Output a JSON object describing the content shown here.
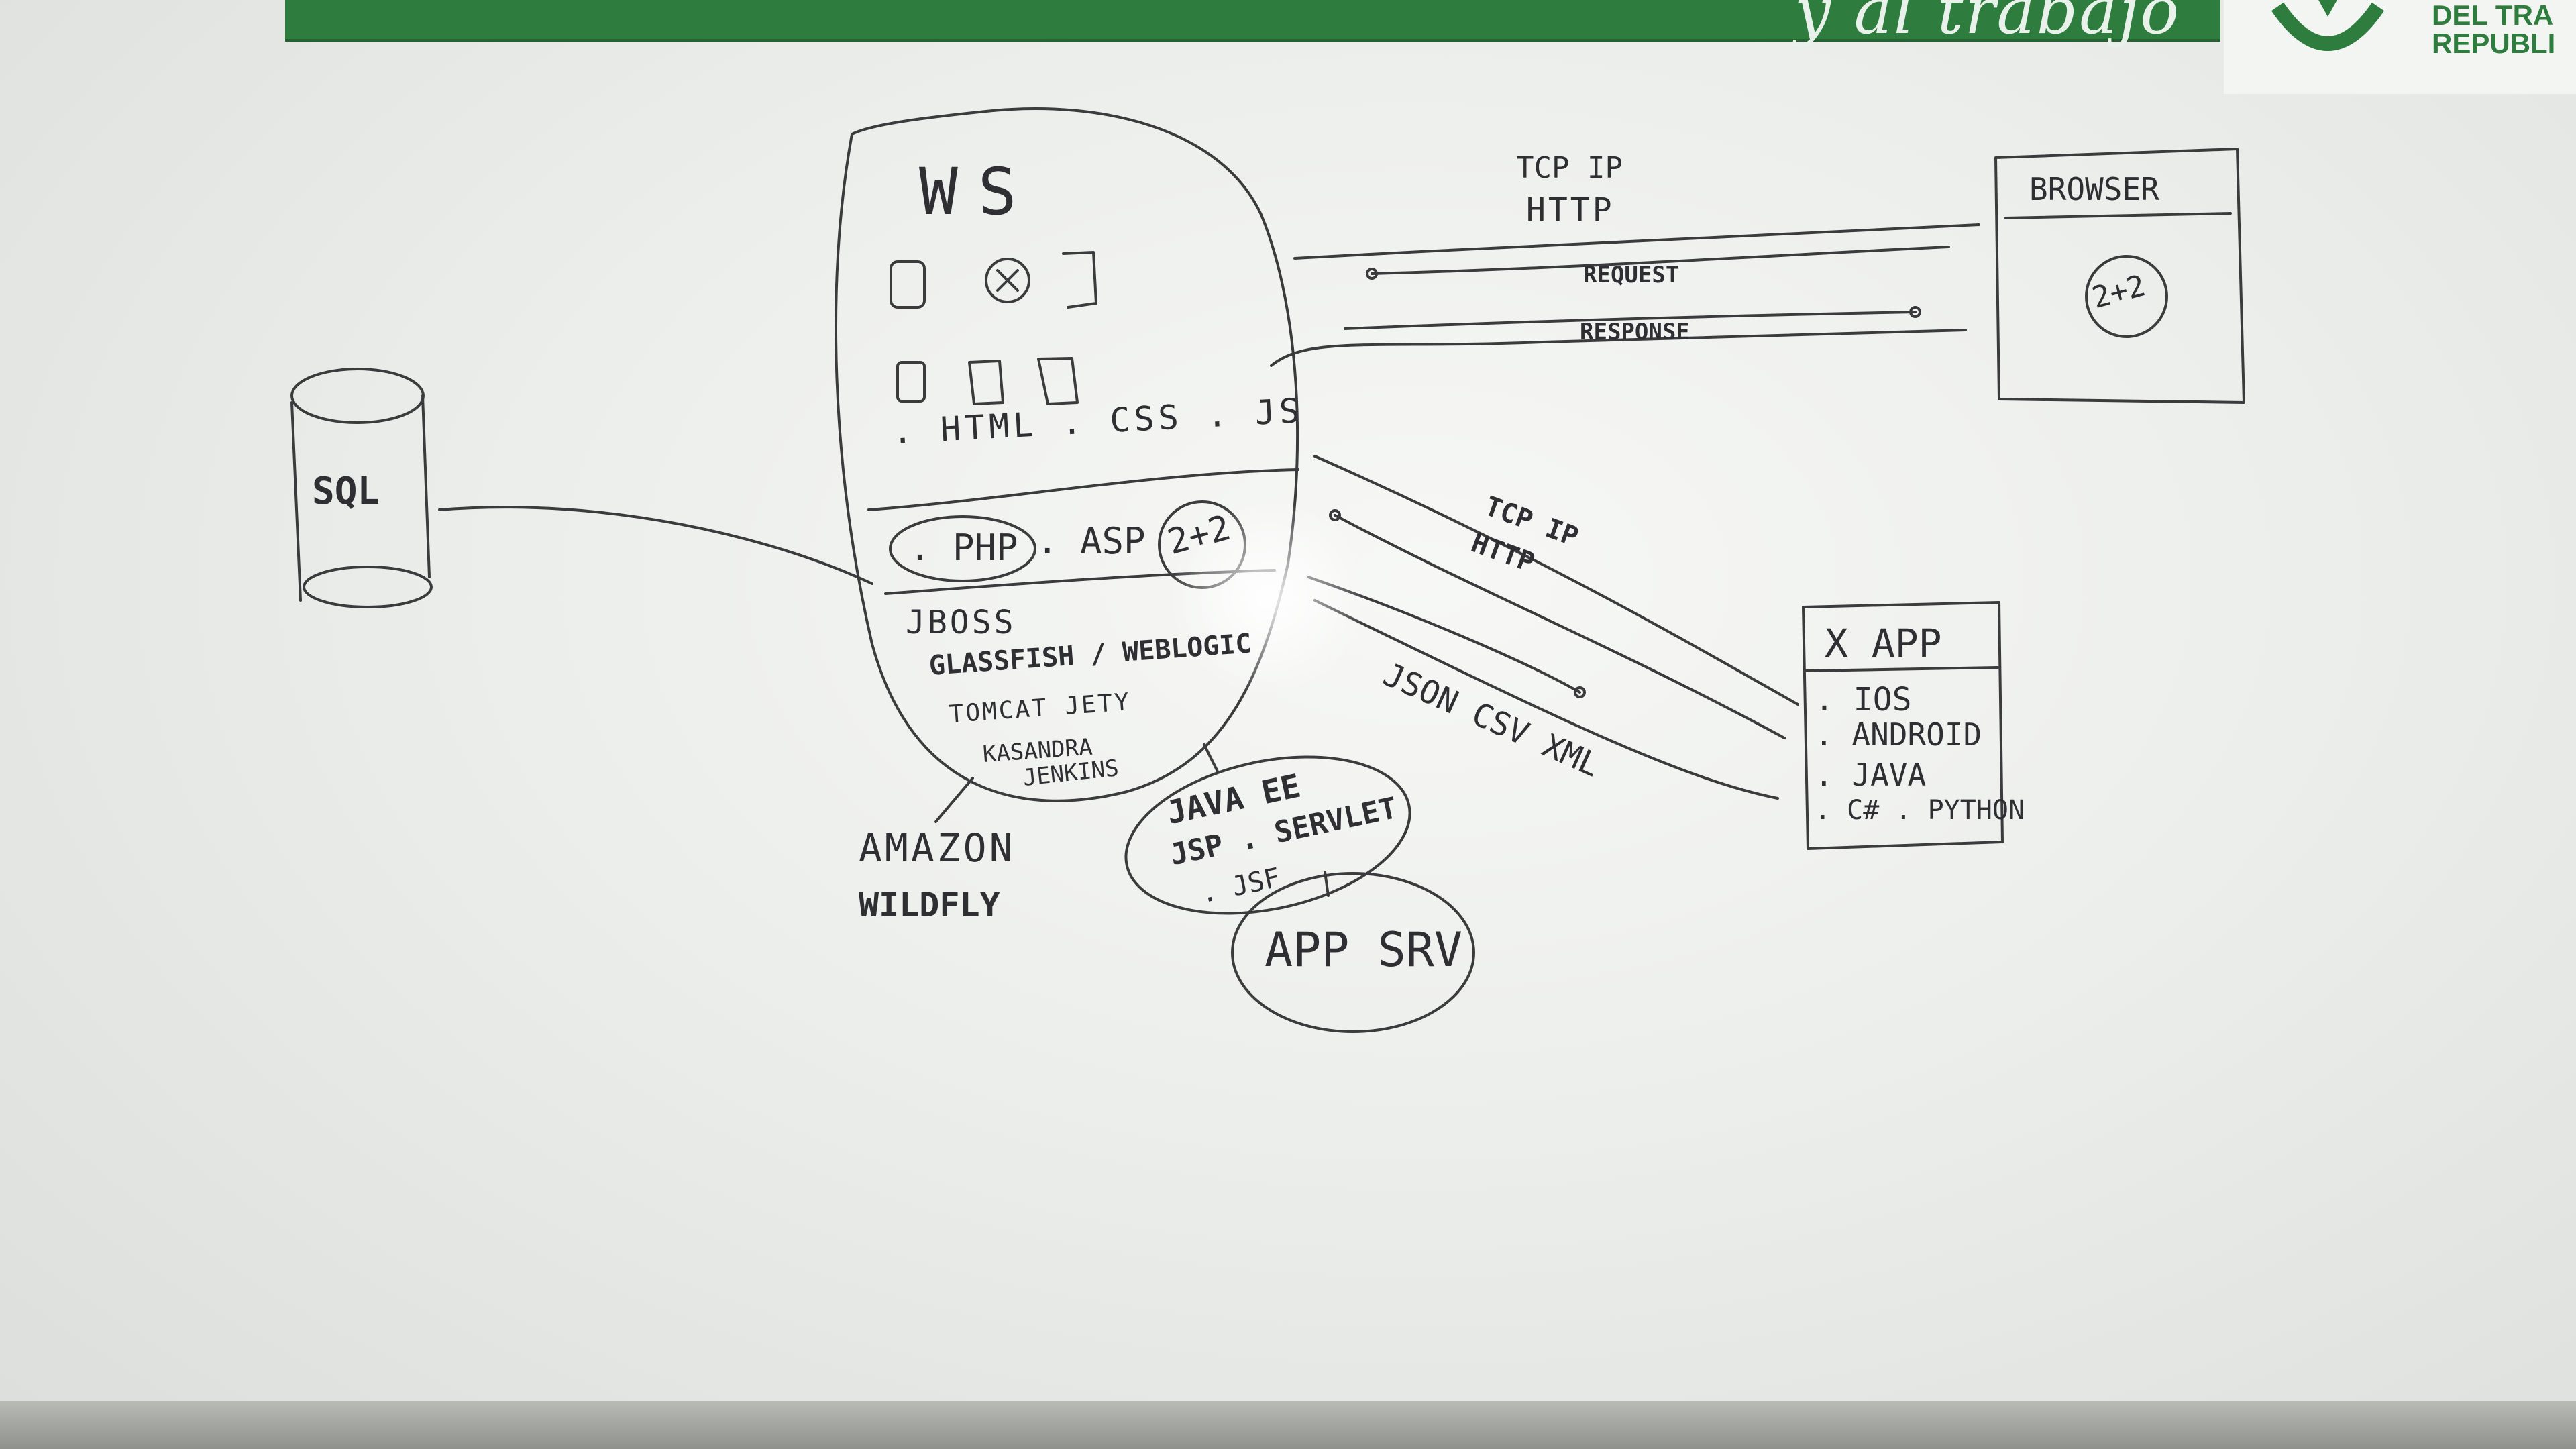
{
  "banner": {
    "text": "y al trabajo",
    "logo_lines": "DEL TRA\nREPUBLI",
    "color": "#2e7d3f"
  },
  "whiteboard": {
    "server": {
      "title": "WS",
      "tech_web": ". HTML . CSS . JS",
      "lang_php": ". PHP",
      "lang_asp": ". ASP",
      "calc": "2+2",
      "jboss": "JBOSS",
      "glassfish": "GLASSFISH / WEBLOGIC",
      "tomcat": "TOMCAT  JETY",
      "kasandra": "KASANDRA",
      "jenkins": "JENKINS"
    },
    "database": {
      "label": "SQL"
    },
    "cloud": {
      "amazon": "AMAZON",
      "wildfly": "WILDFLY"
    },
    "java_ee": {
      "line1": "JAVA EE",
      "line2": "JSP . SERVLET",
      "line3": ". JSF"
    },
    "app_server": {
      "label": "APP SRV"
    },
    "browser": {
      "title": "BROWSER",
      "calc": "2+2"
    },
    "browser_link": {
      "protocol1": "TCP IP",
      "protocol2": "HTTP",
      "request": "REQUEST",
      "response": "RESPONSE"
    },
    "app_link": {
      "protocol1": "TCP IP",
      "protocol2": "HTTP",
      "formats": "JSON  CSV  XML"
    },
    "x_app": {
      "title": "X APP",
      "item1": ". IOS",
      "item2": ". ANDROID",
      "item3": ". JAVA",
      "item4": ". C# . PYTHON"
    },
    "ink_color": "#3b3b3e"
  }
}
